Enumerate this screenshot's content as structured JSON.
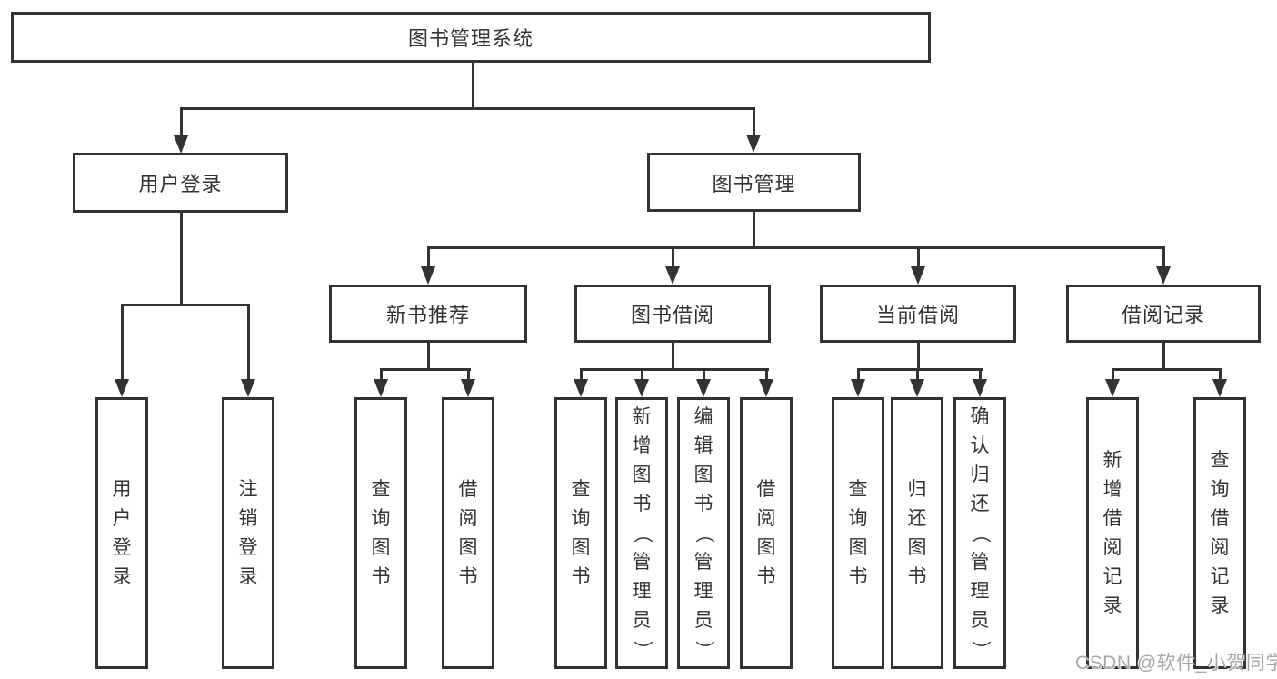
{
  "diagram_type": "hierarchy-tree",
  "colors": {
    "line": "#333333",
    "node_border": "#333333",
    "node_background": "#ffffff",
    "node_text": "#333333",
    "watermark_text": "#a8a8a8",
    "page_background": "#ffffff"
  },
  "watermark": "CSDN @软件_小贺同学",
  "tree": {
    "label": "图书管理系统",
    "children": [
      {
        "label": "用户登录",
        "children": [
          {
            "label": "用户登录"
          },
          {
            "label": "注销登录"
          }
        ]
      },
      {
        "label": "图书管理",
        "children": [
          {
            "label": "新书推荐",
            "children": [
              {
                "label": "查询图书"
              },
              {
                "label": "借阅图书"
              }
            ]
          },
          {
            "label": "图书借阅",
            "children": [
              {
                "label": "查询图书"
              },
              {
                "label": "新增图书（管理员）"
              },
              {
                "label": "编辑图书（管理员）"
              },
              {
                "label": "借阅图书"
              }
            ]
          },
          {
            "label": "当前借阅",
            "children": [
              {
                "label": "查询图书"
              },
              {
                "label": "归还图书"
              },
              {
                "label": "确认归还（管理员）"
              }
            ]
          },
          {
            "label": "借阅记录",
            "children": [
              {
                "label": "新增借阅记录"
              },
              {
                "label": "查询借阅记录"
              }
            ]
          }
        ]
      }
    ]
  }
}
